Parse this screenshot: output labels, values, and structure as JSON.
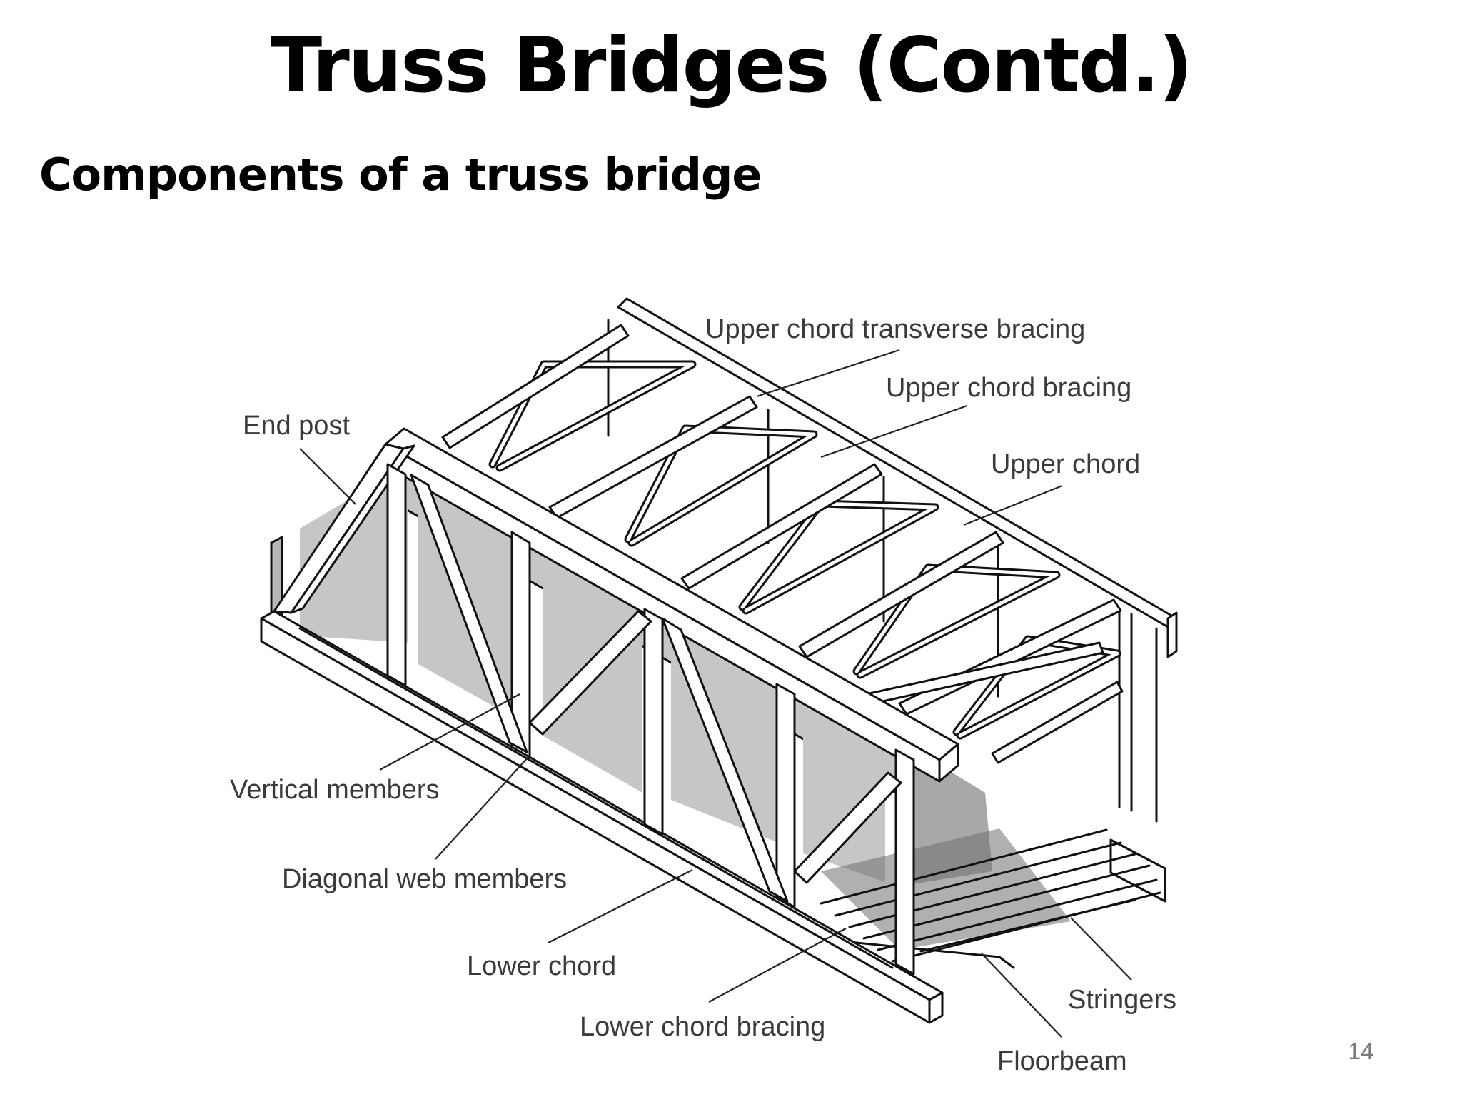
{
  "slide": {
    "title": "Truss Bridges (Contd.)",
    "subtitle": "Components of a truss bridge",
    "page_number": "14"
  },
  "diagram": {
    "labels": {
      "upper_chord_transverse_bracing": "Upper chord transverse bracing",
      "upper_chord_bracing": "Upper chord bracing",
      "end_post": "End post",
      "upper_chord": "Upper chord",
      "vertical_members": "Vertical members",
      "diagonal_web_members": "Diagonal web members",
      "lower_chord": "Lower chord",
      "lower_chord_bracing": "Lower chord bracing",
      "stringers": "Stringers",
      "floorbeam": "Floorbeam"
    },
    "colors": {
      "line": "#111111",
      "panel_fill": "#c6c6c6",
      "member_fill": "#ffffff",
      "label_text": "#3a3a3a"
    }
  }
}
